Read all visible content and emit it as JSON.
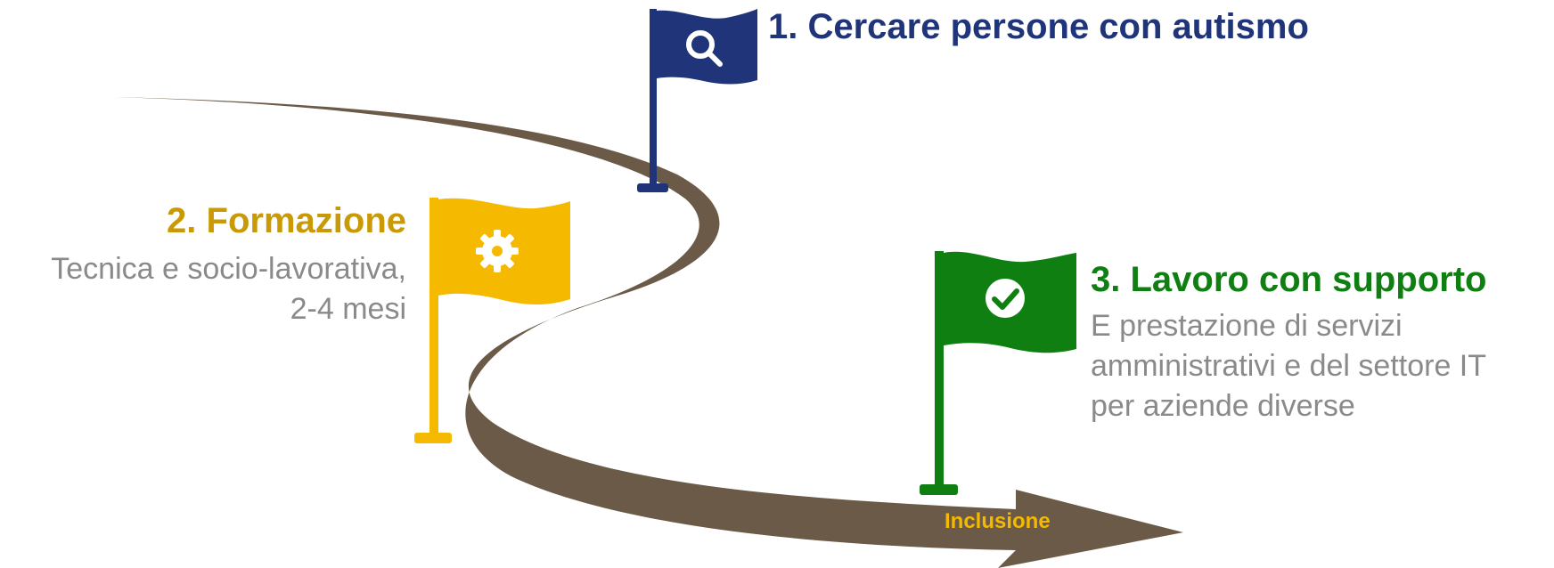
{
  "steps": [
    {
      "title": "1. Cercare persone con autismo",
      "icon": "search-icon",
      "color": "#1F3479"
    },
    {
      "title": "2. Formazione",
      "description": [
        "Tecnica e socio-lavorativa,",
        "2-4 mesi"
      ],
      "icon": "gear-icon",
      "color": "#F5BA00"
    },
    {
      "title": "3. Lavoro con supporto",
      "description": [
        "E prestazione di servizi",
        "amministrativi e del settore IT",
        "per aziende diverse"
      ],
      "icon": "check-icon",
      "color": "#0F7F12"
    }
  ],
  "road": {
    "label": "Inclusione",
    "color": "#6B5A48",
    "label_color": "#F5BA00"
  },
  "colors": {
    "description_text": "#8a8a8a"
  }
}
